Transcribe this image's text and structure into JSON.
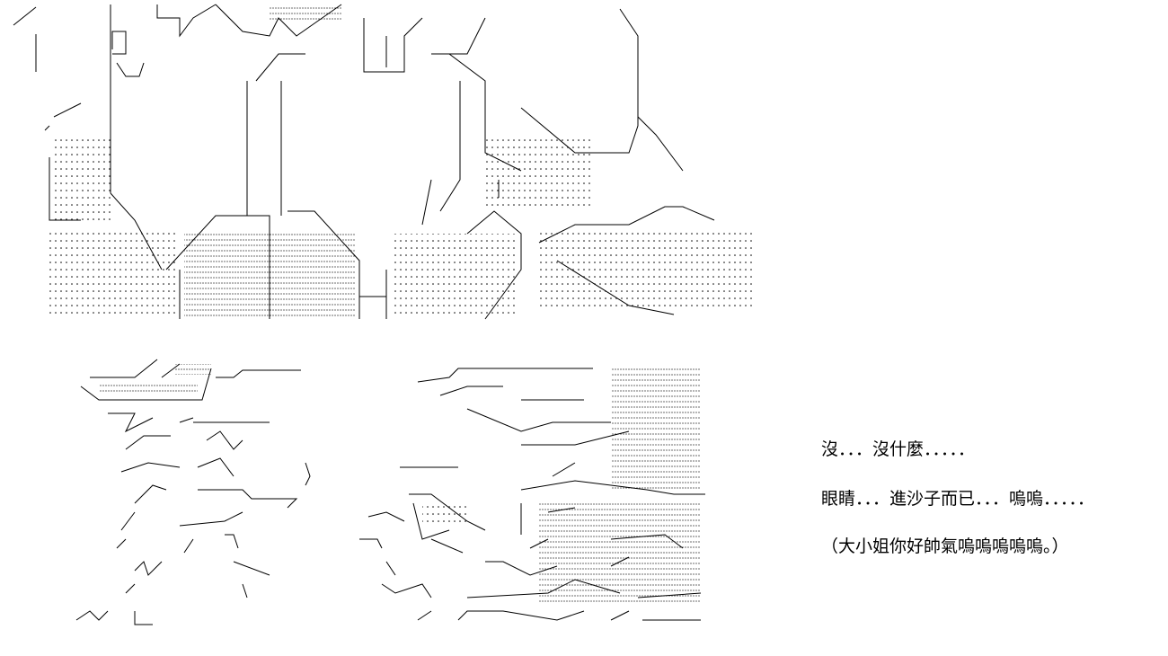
{
  "dialog": {
    "lines": [
      "沒．．．沒什麼．．．．．",
      "眼睛．．．進沙子而已．．．嗚嗚．．．．．",
      "（大小姐你好帥氣嗚嗚嗚嗚嗚。）"
    ]
  }
}
